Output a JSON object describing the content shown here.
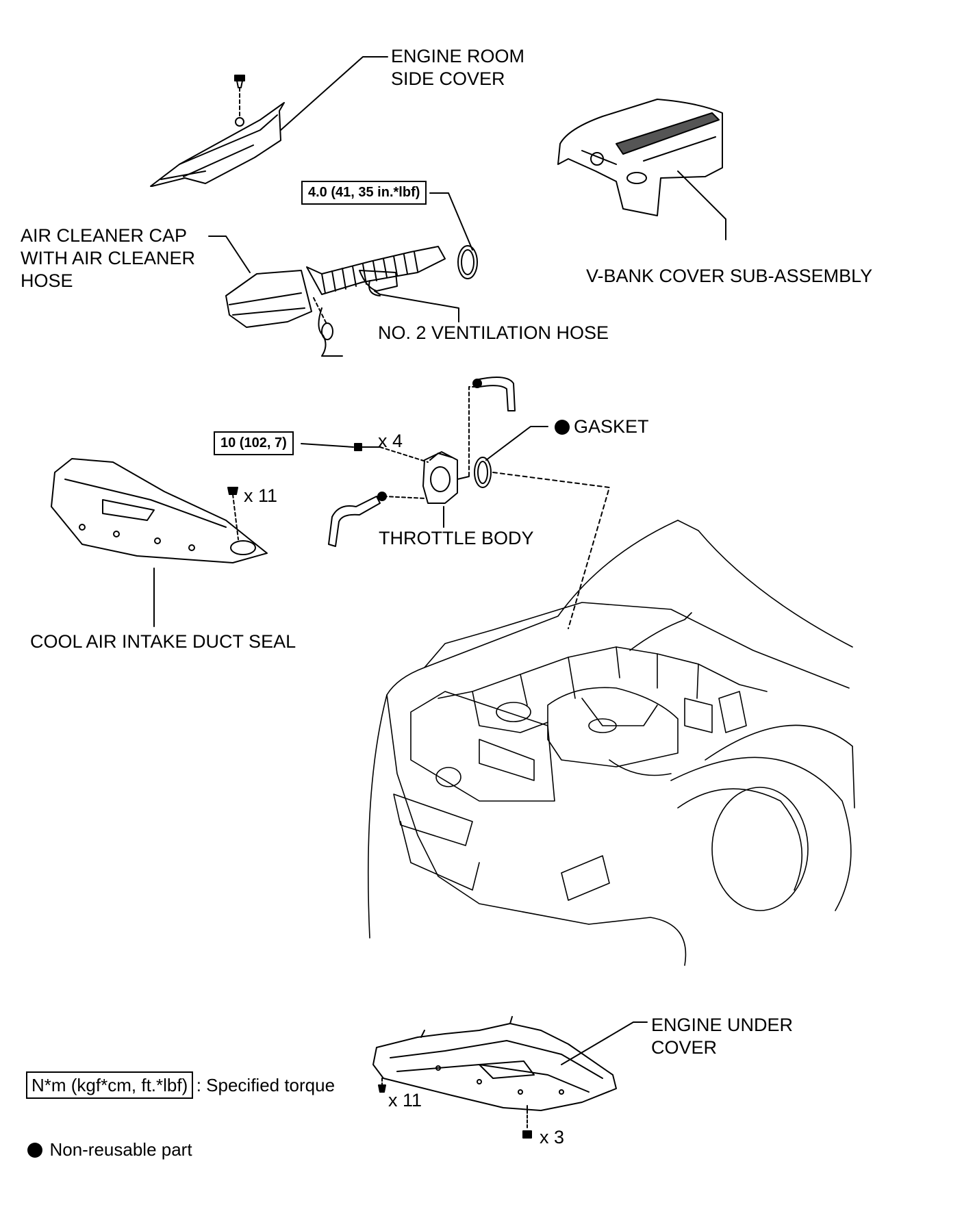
{
  "labels": {
    "engine_room_side_cover": "ENGINE ROOM\nSIDE COVER",
    "v_bank_cover": "V-BANK COVER SUB-ASSEMBLY",
    "air_cleaner_cap": "AIR CLEANER CAP\nWITH AIR CLEANER\nHOSE",
    "no2_ventilation_hose": "NO. 2 VENTILATION HOSE",
    "gasket": "GASKET",
    "throttle_body": "THROTTLE BODY",
    "cool_air_intake_duct_seal": "COOL AIR INTAKE DUCT SEAL",
    "engine_under_cover": "ENGINE UNDER\nCOVER"
  },
  "torques": {
    "hose_clamp": "4.0 (41, 35 in.*lbf)",
    "throttle_bolt": "10 (102, 7)"
  },
  "quantities": {
    "throttle_bolts": "x 4",
    "duct_seal_clips": "x 11",
    "under_cover_clips": "x 11",
    "under_cover_bolts": "x 3"
  },
  "legend": {
    "torque_unit": "N*m (kgf*cm, ft.*lbf)",
    "torque_desc": ": Specified torque",
    "nonreusable_desc": "Non-reusable part"
  }
}
